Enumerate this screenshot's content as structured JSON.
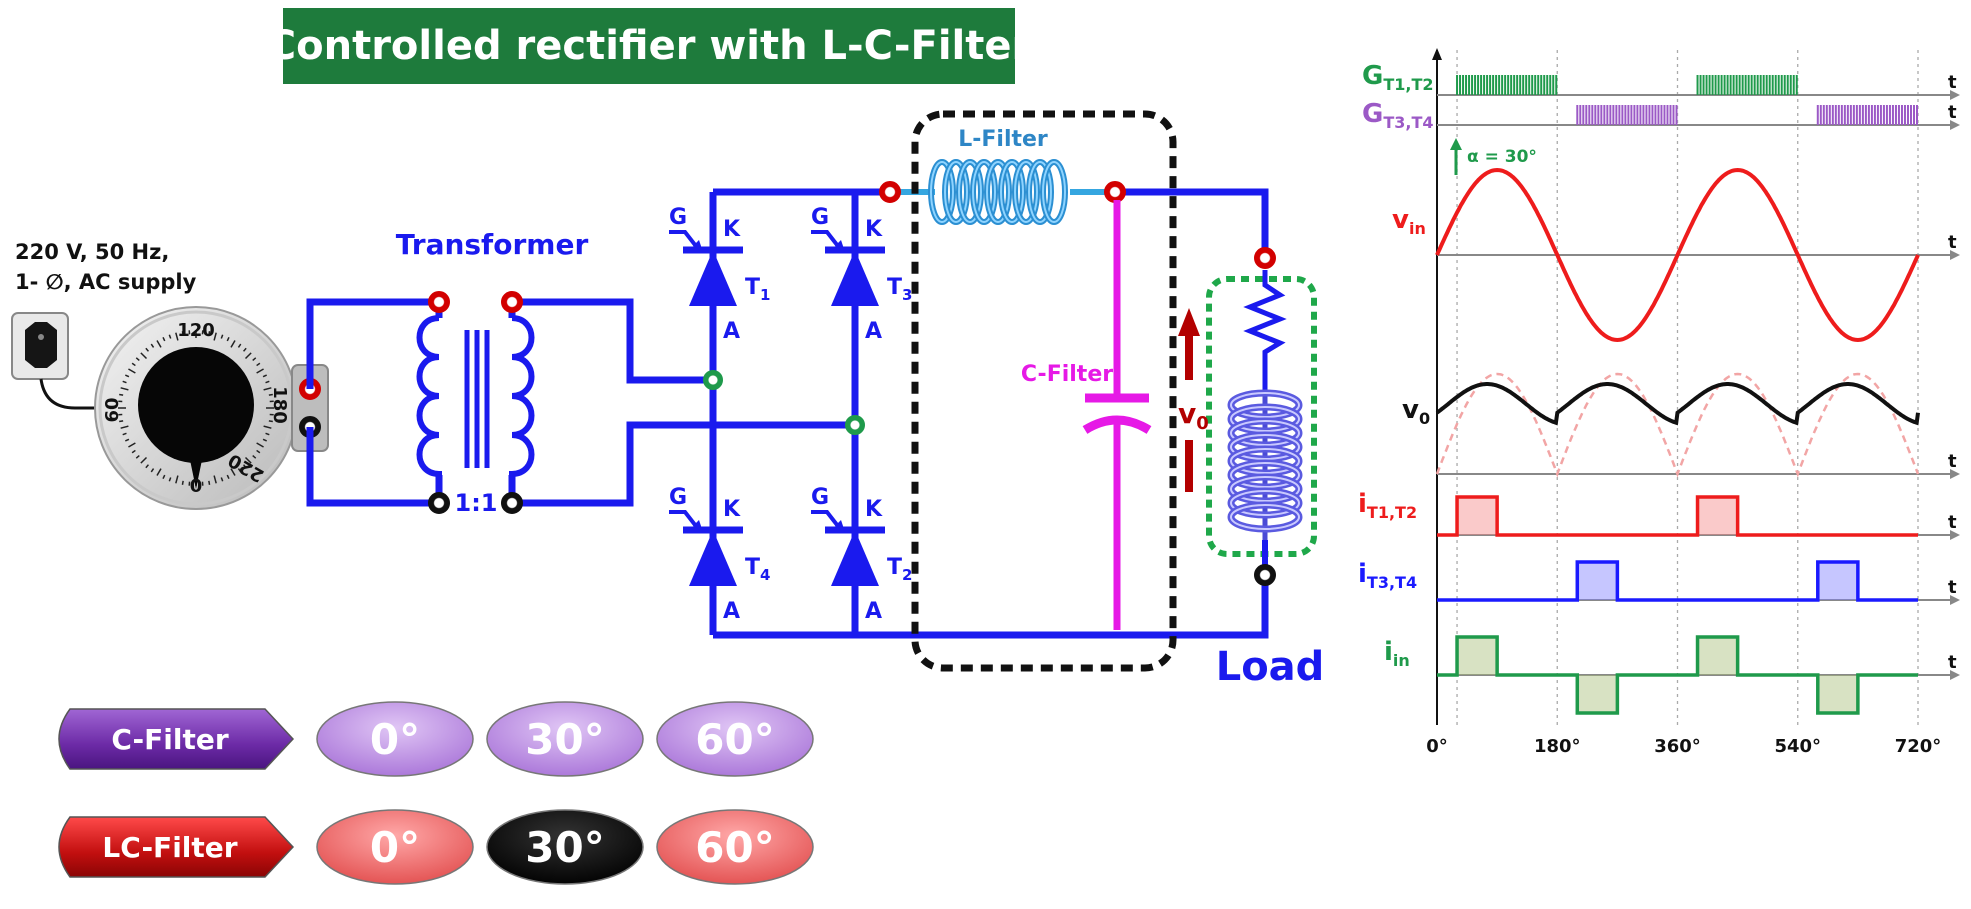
{
  "title": "Controlled rectifier with L-C-Filter",
  "supply": {
    "line1": "220 V, 50 Hz,",
    "line2": "1- ∅, AC supply"
  },
  "dial": {
    "ticks": [
      "0",
      "60",
      "120",
      "180",
      "220"
    ]
  },
  "transformer": {
    "label": "Transformer",
    "ratio": "1:1"
  },
  "thyristors": [
    {
      "gate": "G",
      "cathode": "K",
      "anode": "A",
      "name": "T",
      "sub": "1"
    },
    {
      "gate": "G",
      "cathode": "K",
      "anode": "A",
      "name": "T",
      "sub": "3"
    },
    {
      "gate": "G",
      "cathode": "K",
      "anode": "A",
      "name": "T",
      "sub": "4"
    },
    {
      "gate": "G",
      "cathode": "K",
      "anode": "A",
      "name": "T",
      "sub": "2"
    }
  ],
  "filters": {
    "l_label": "L-Filter",
    "c_label": "C-Filter"
  },
  "load": {
    "label": "Load",
    "v0_main": "v",
    "v0_sub": "0"
  },
  "controls": {
    "rows": [
      {
        "label": "C-Filter",
        "options": [
          "0°",
          "30°",
          "60°"
        ],
        "selected_index": -1
      },
      {
        "label": "LC-Filter",
        "options": [
          "0°",
          "30°",
          "60°"
        ],
        "selected_index": 1
      }
    ]
  },
  "waveforms": {
    "signals": [
      {
        "main": "G",
        "sub": "T1,T2",
        "color": "#1f9a4b"
      },
      {
        "main": "G",
        "sub": "T3,T4",
        "color": "#9b59c6"
      },
      {
        "main": "v",
        "sub": "in",
        "color": "#ee1c1c"
      },
      {
        "main": "v",
        "sub": "0",
        "color": "#111111"
      },
      {
        "main": "i",
        "sub": "T1,T2",
        "color": "#ee1c1c"
      },
      {
        "main": "i",
        "sub": "T3,T4",
        "color": "#1a1aff"
      },
      {
        "main": "i",
        "sub": "in",
        "color": "#1f9a4b"
      }
    ],
    "axis_label": "t",
    "alpha_label": "α = 30°",
    "x_ticks": [
      "0°",
      "180°",
      "360°",
      "540°",
      "720°"
    ]
  },
  "colors": {
    "title_bg": "#1e7b3c",
    "circuit": "#1a1aee",
    "c_filter": "#e619e6",
    "l_filter": "#35a6e0",
    "c_btn_purple": "#7a3db0",
    "lc_btn_red": "#c20f0f",
    "c_opt": "#c79de8",
    "lc_opt": "#f07272",
    "selected": "#000000"
  }
}
